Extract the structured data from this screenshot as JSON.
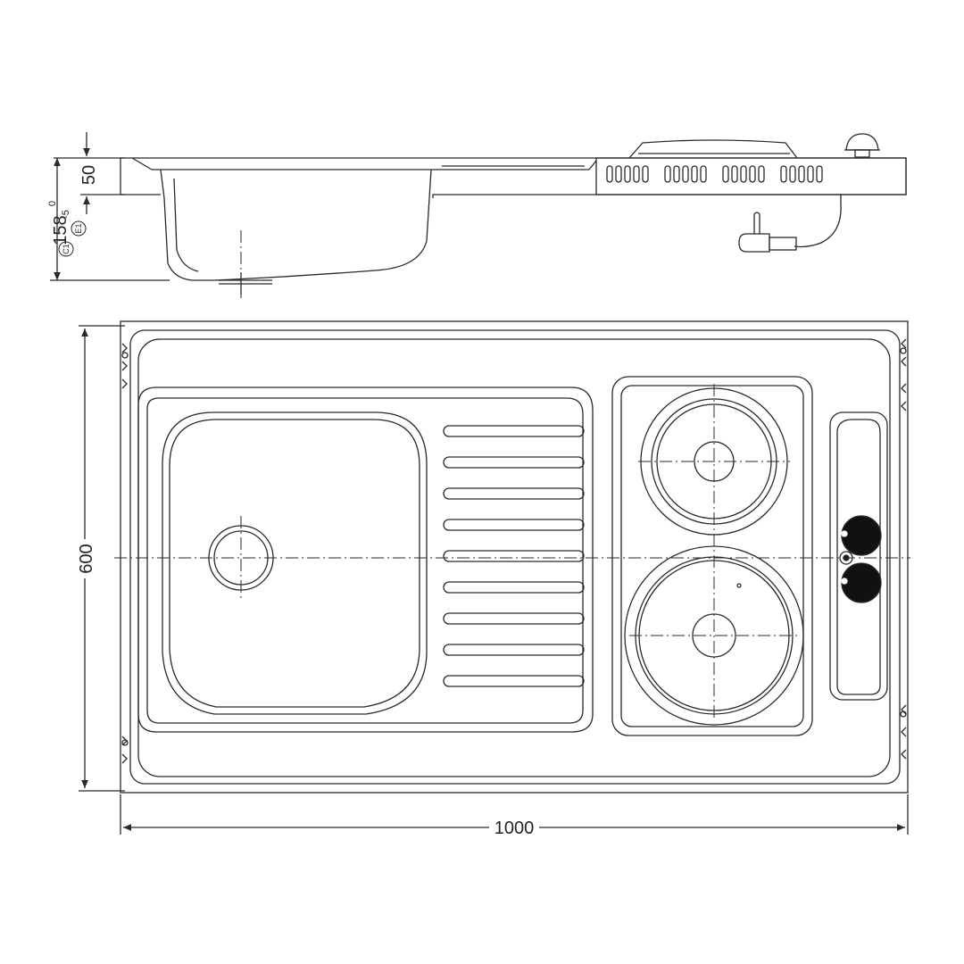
{
  "drawing": {
    "dimensions": {
      "overall_width": "1000",
      "overall_depth": "600",
      "deck_height": "50",
      "bowl_depth": "158",
      "bowl_depth_tol_upper": "0",
      "bowl_depth_tol_lower": "-5"
    },
    "callouts": {
      "e1": "E1",
      "c1": "C1"
    },
    "colors": {
      "line": "#2a2a2a",
      "fill_dark": "#111111",
      "paper": "#ffffff"
    }
  }
}
